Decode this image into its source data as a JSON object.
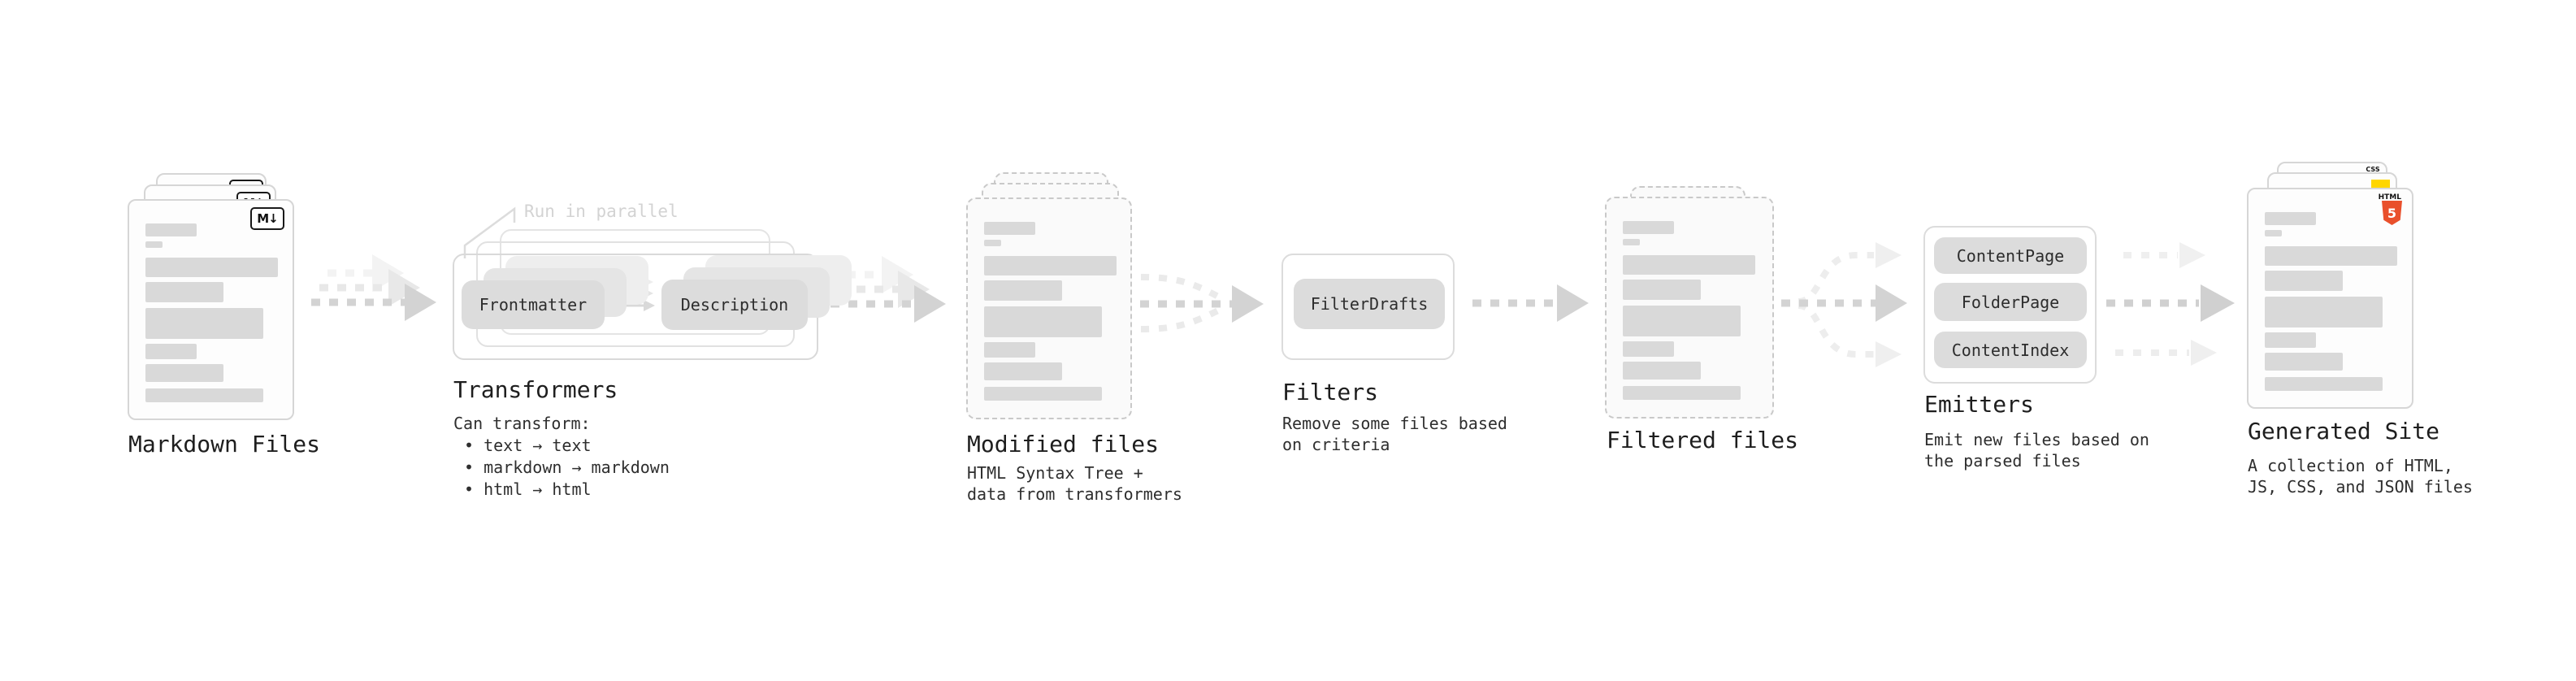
{
  "stages": {
    "markdown": {
      "label": "Markdown Files",
      "badge": "M↓"
    },
    "transformers": {
      "label": "Transformers",
      "annotation": "Run in parallel",
      "pill_left": "Frontmatter",
      "pill_right": "Description",
      "note_title": "Can transform:",
      "bullets": {
        "b1": "• text → text",
        "b2": "• markdown → markdown",
        "b3": "• html → html"
      }
    },
    "modified": {
      "label": "Modified files",
      "desc_line1": "HTML Syntax Tree +",
      "desc_line2": "data from transformers"
    },
    "filters": {
      "label": "Filters",
      "pill": "FilterDrafts",
      "desc_line1": "Remove some files based",
      "desc_line2": "on criteria"
    },
    "filtered": {
      "label": "Filtered files"
    },
    "emitters": {
      "label": "Emitters",
      "pill1": "ContentPage",
      "pill2": "FolderPage",
      "pill3": "ContentIndex",
      "desc_line1": "Emit new files based on",
      "desc_line2": "the parsed files"
    },
    "generated": {
      "label": "Generated Site",
      "desc_line1": "A collection of HTML,",
      "desc_line2": "JS, CSS, and JSON files",
      "badge_css": "CSS",
      "badge_html_label": "HTML",
      "badge_html_number": "5"
    }
  },
  "colors": {
    "arrow": "#d3d3d3",
    "arrow_ghost": "#e8e8e8",
    "arrow_faint": "#f3f3f3",
    "bar": "#d9d9d9",
    "pill": "#dcdcdc",
    "annotation": "#d3d3d3",
    "html5_orange": "#e9502c",
    "js_yellow": "#ffd600",
    "css_blue": "#2d6ae3"
  }
}
